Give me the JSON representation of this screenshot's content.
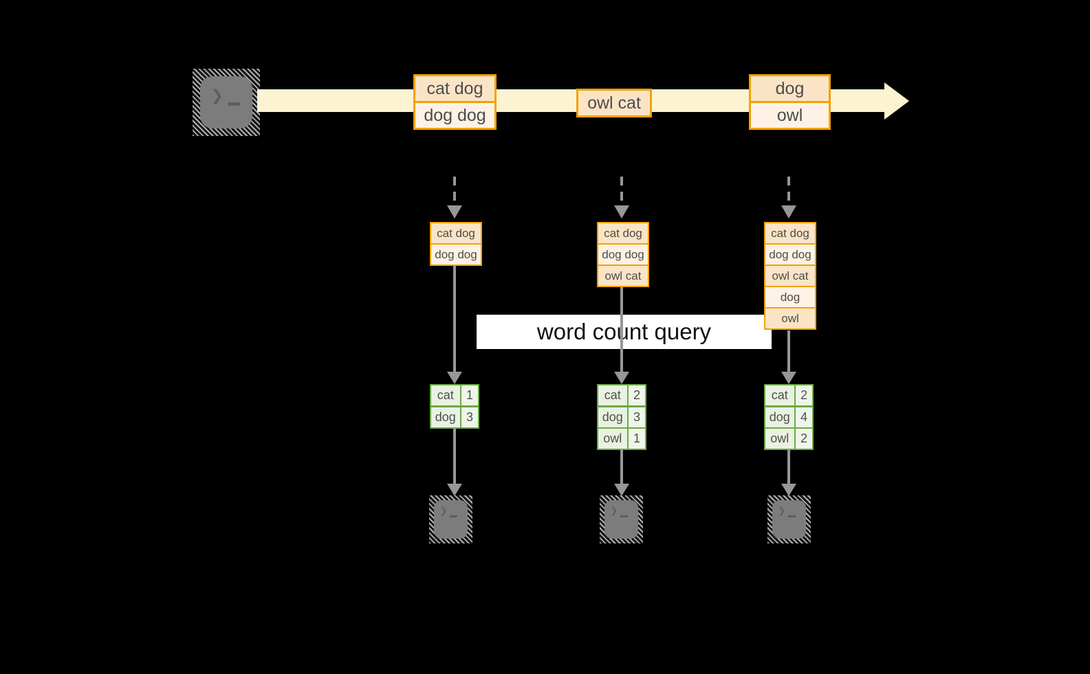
{
  "diagram": {
    "query_label": "word count query",
    "terminal_glyph": "❯",
    "stream_batches": [
      {
        "records": [
          "cat dog",
          "dog dog"
        ]
      },
      {
        "records": [
          "owl cat"
        ]
      },
      {
        "records": [
          "dog",
          "owl"
        ]
      }
    ],
    "columns": [
      {
        "stack": [
          "cat dog",
          "dog dog"
        ],
        "counts": [
          {
            "word": "cat",
            "count": "1"
          },
          {
            "word": "dog",
            "count": "3"
          }
        ]
      },
      {
        "stack": [
          "cat dog",
          "dog dog",
          "owl cat"
        ],
        "counts": [
          {
            "word": "cat",
            "count": "2"
          },
          {
            "word": "dog",
            "count": "3"
          },
          {
            "word": "owl",
            "count": "1"
          }
        ]
      },
      {
        "stack": [
          "cat dog",
          "dog dog",
          "owl cat",
          "dog",
          "owl"
        ],
        "counts": [
          {
            "word": "cat",
            "count": "2"
          },
          {
            "word": "dog",
            "count": "4"
          },
          {
            "word": "owl",
            "count": "2"
          }
        ]
      }
    ]
  },
  "colors": {
    "bg": "#000000",
    "cream": "#fcf3d2",
    "gold": "#f0a202",
    "peach": "#fbe4c6",
    "peachLight": "#fdf2e4",
    "green": "#6aaa46",
    "greenFill": "#e9f2e1",
    "greenFillAlt": "#eef5e9",
    "gray": "#979797",
    "termGray": "#7c7c7c",
    "queryBg": "#ffffff",
    "ink": "#4c4c4c"
  }
}
